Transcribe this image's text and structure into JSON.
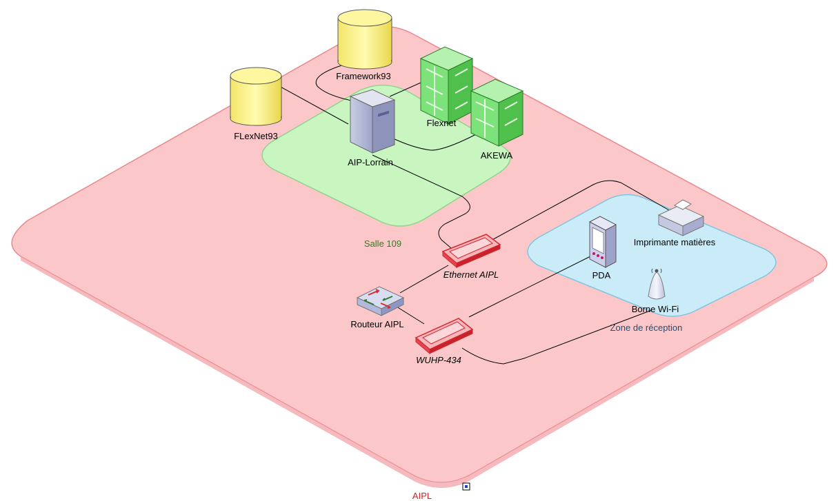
{
  "zones": {
    "main": "AIPL",
    "room": "Salle 109",
    "reception": "Zone de réception"
  },
  "nodes": {
    "framework": "Framework93",
    "flexnet93": "FLexNet93",
    "server": "AIP-Lorrain",
    "flexnet": "Flexnet",
    "akewa": "AKEWA",
    "printer": "Imprimante matières",
    "pda": "PDA",
    "wifi": "Borne Wi-Fi",
    "router": "Routeur AIPL"
  },
  "links": {
    "ethernet": "Ethernet AIPL",
    "wuhp": "WUHP-434"
  },
  "colors": {
    "main_zone": "#fcc7c9",
    "room_zone": "#c8f5c0",
    "reception_zone": "#c9ecf8",
    "database": "#f7ef8a",
    "module": "#7ee27a",
    "firewall": "#f0303a"
  }
}
